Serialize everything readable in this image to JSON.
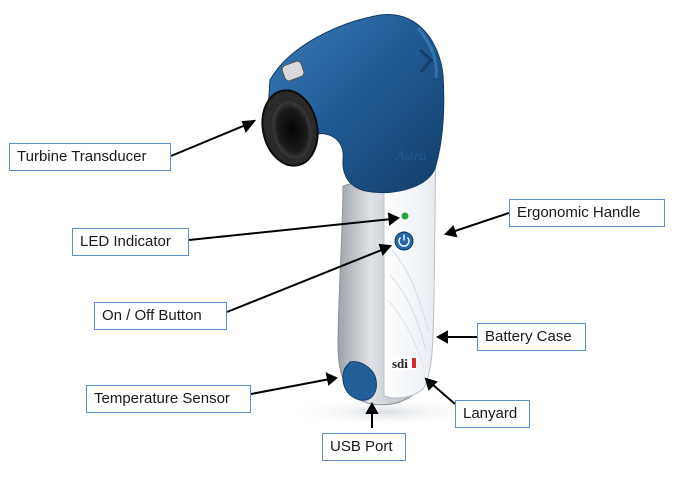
{
  "device": {
    "brand_mark": "Astra",
    "logo_text": "sdi"
  },
  "labels": {
    "turbine_transducer": "Turbine Transducer",
    "led_indicator": "LED Indicator",
    "on_off_button": "On / Off Button",
    "temperature_sensor": "Temperature Sensor",
    "usb_port": "USB Port",
    "ergonomic_handle": "Ergonomic Handle",
    "battery_case": "Battery Case",
    "lanyard": "Lanyard"
  },
  "colors": {
    "shell_blue": "#1f5a93",
    "handle_white": "#f4f6f8",
    "grip_gray": "#c9ccd1",
    "led_green": "#2ea043",
    "label_border": "#5b8fd0",
    "arrow": "#000000"
  }
}
